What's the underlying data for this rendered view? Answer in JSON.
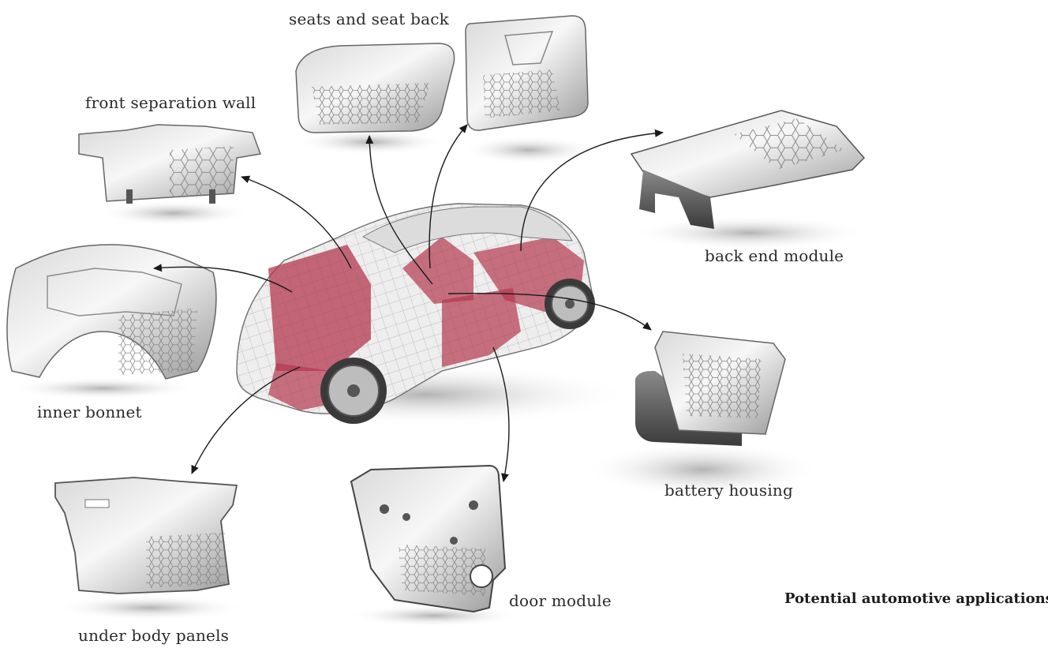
{
  "labels": {
    "seats": "seats and seat back",
    "front_wall": "front separation wall",
    "back_end": "back end module",
    "inner_bonnet": "inner bonnet",
    "battery": "battery housing",
    "under_body": "under body panels",
    "door": "door module"
  },
  "caption": "Potential automotive applications",
  "colors": {
    "highlight": "#b3374f",
    "part_light": "#f2f2f2",
    "part_dark": "#6e6e6e",
    "mesh_line": "#8d8d8d",
    "arrow": "#1a1a1a"
  }
}
